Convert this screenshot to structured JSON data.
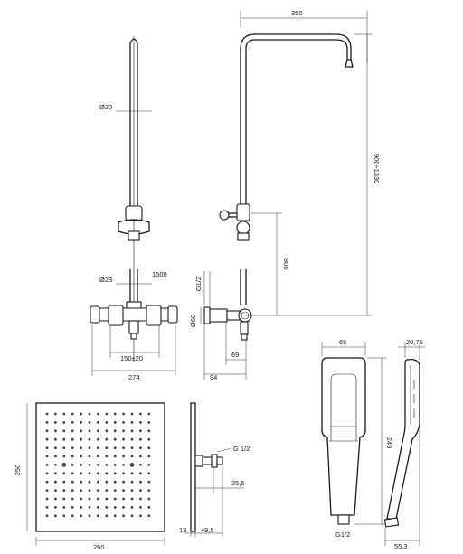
{
  "dimensions": {
    "column_diameter": "Ø20",
    "slider_bar_diameter": "Ø23",
    "rail_length": "1500",
    "inlet_spacing": "150±20",
    "mixer_width": "274",
    "arm_reach": "350",
    "height_range": "900÷1330",
    "mixer_to_slider": "800",
    "outlet_thread": "G1/2",
    "outlet_diameter": "Ø60",
    "outlet_offset": "69",
    "wall_to_column": "94",
    "handshower_width": "65",
    "handshower_length": "249",
    "handshower_thread": "G1/2",
    "handshower_depth_top": "20,75",
    "handshower_depth": "55,3",
    "head_size_w": "250",
    "head_size_h": "250",
    "head_thread": "G 1/2",
    "head_inlet_offset": "25,5",
    "head_thickness": "13",
    "head_depth": "49,5"
  }
}
